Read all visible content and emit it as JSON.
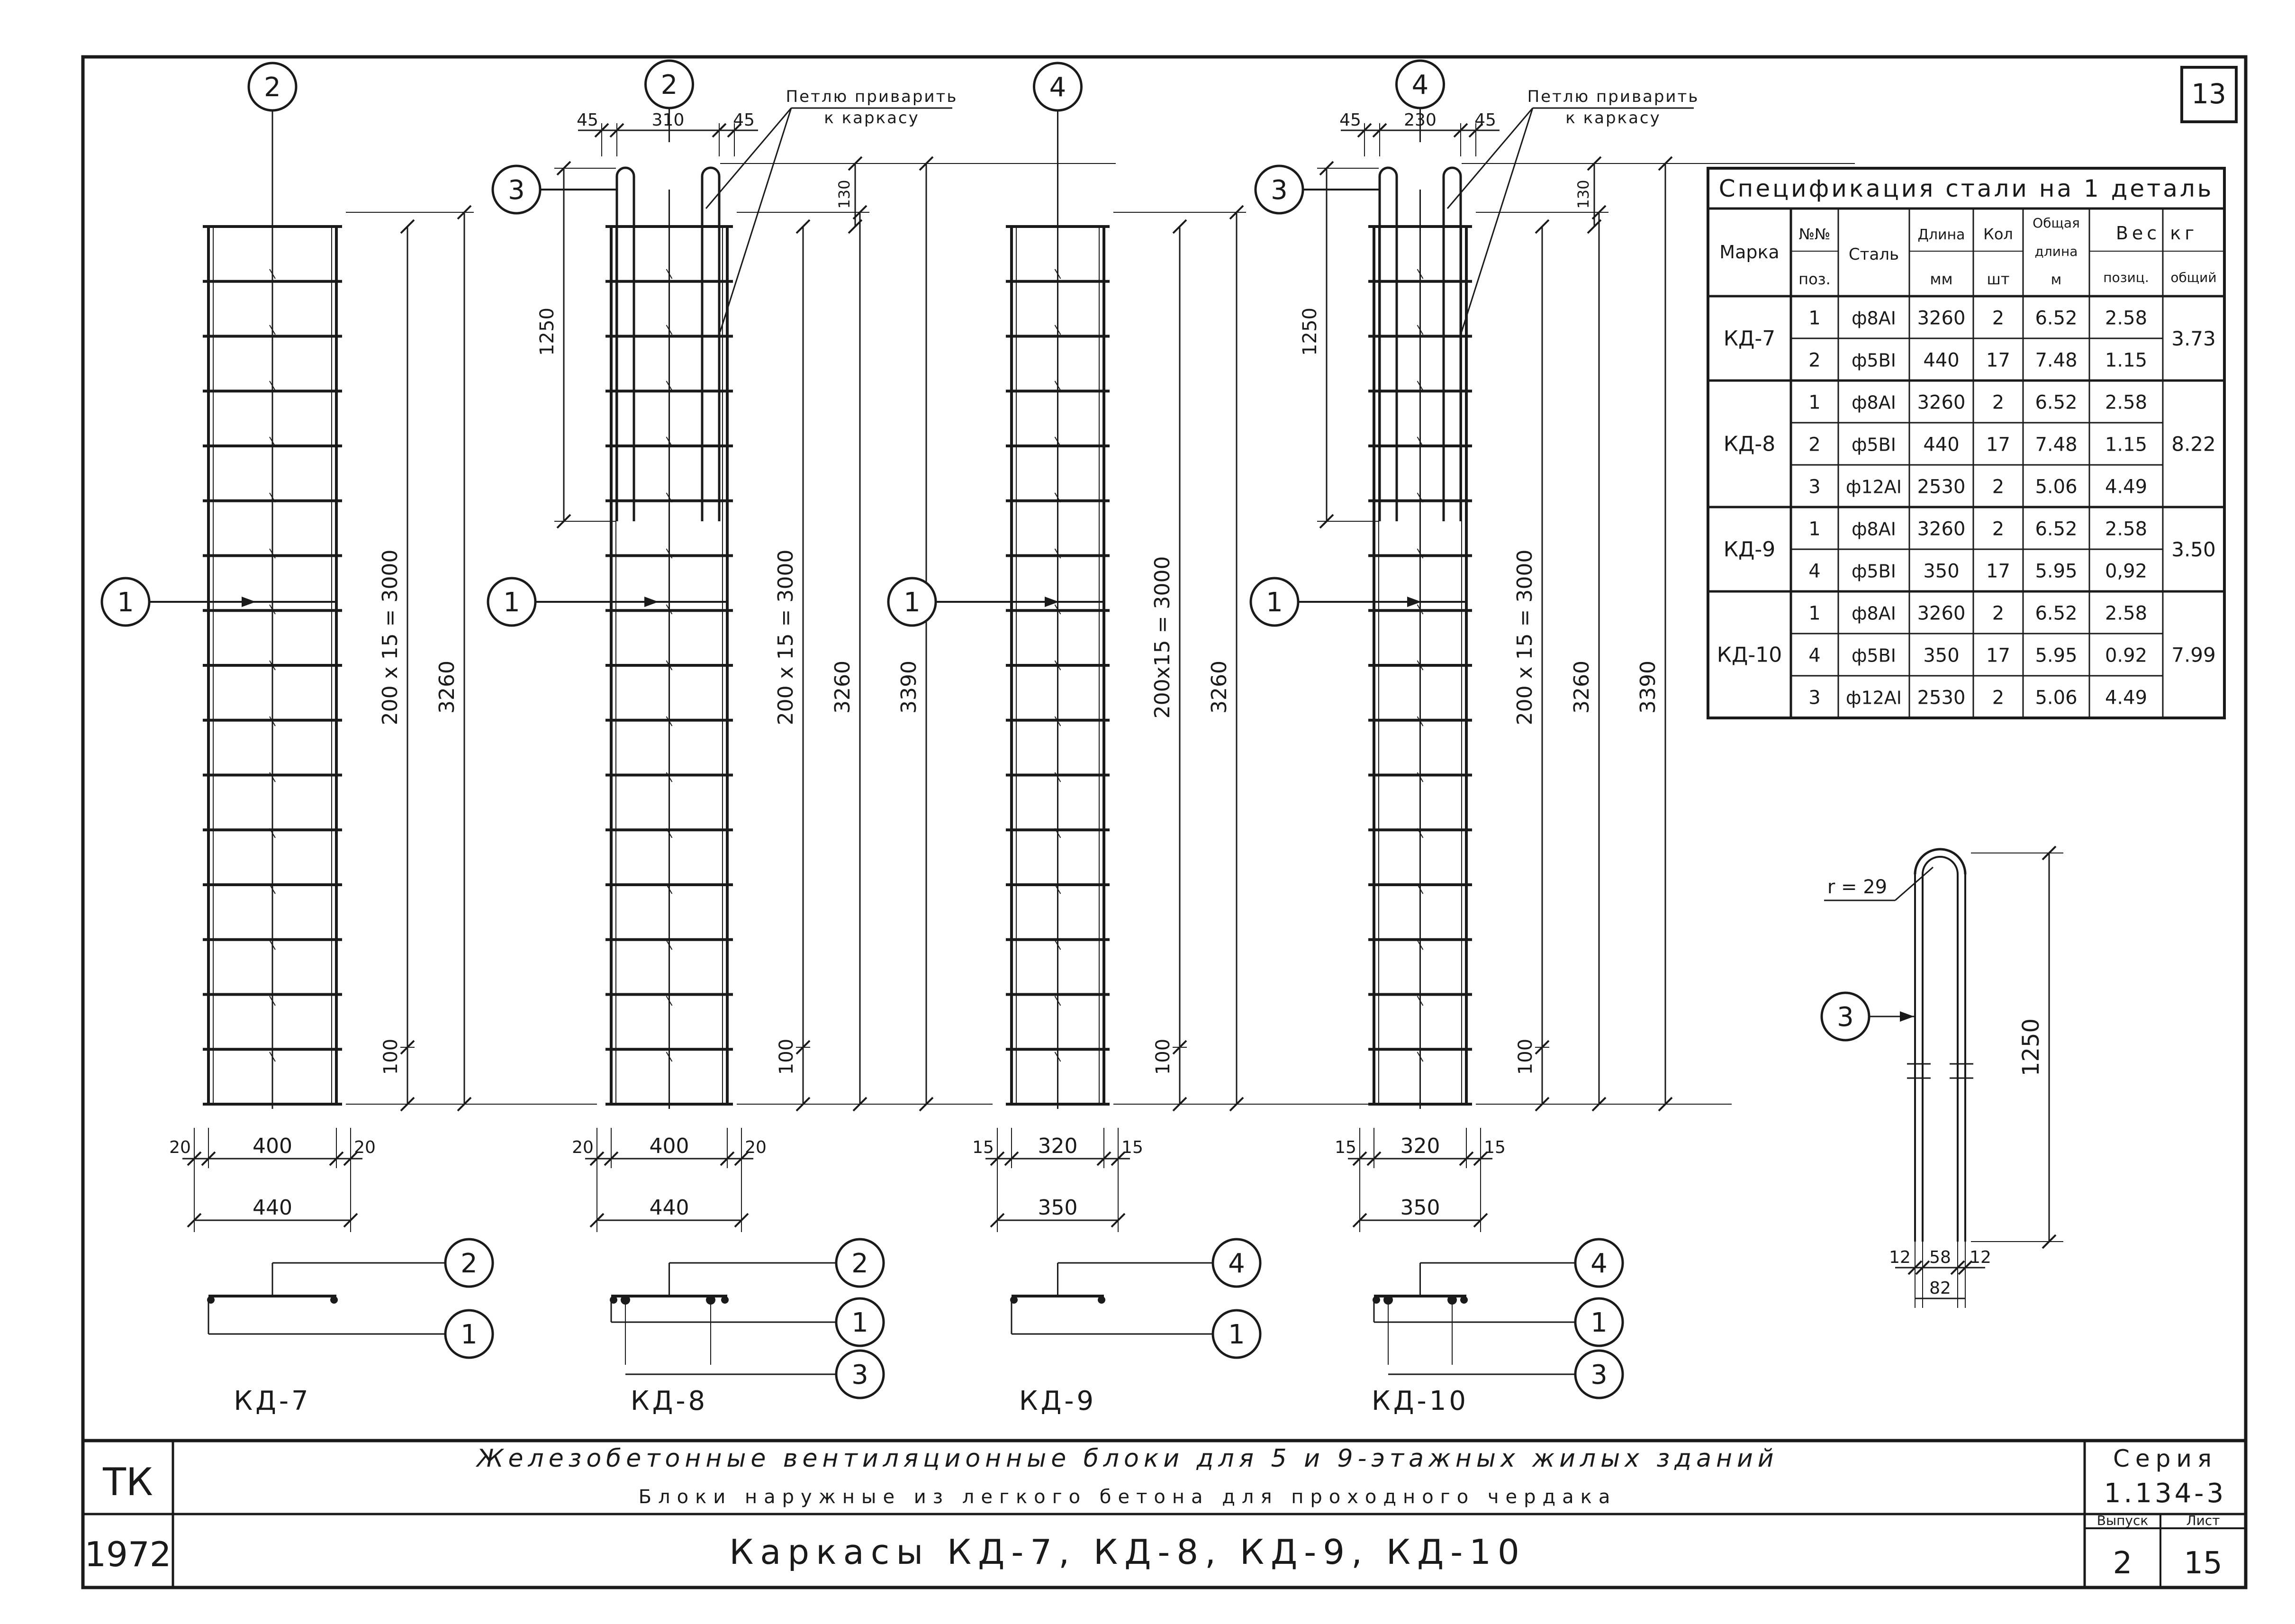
{
  "sheet": {
    "corner_number": "13"
  },
  "frames": [
    {
      "mark": "КД-7",
      "rung_count": 17,
      "rung_pos": "2",
      "rail_pos": "1",
      "dims": {
        "total": "3260",
        "rungs": "200 x 15 = 3000",
        "bottom": "100",
        "width_inner": "400",
        "width_outer": "440",
        "edge_left": "20",
        "edge_right": "20"
      },
      "section_labels": [
        "2",
        "1"
      ]
    },
    {
      "mark": "КД-8",
      "rung_count": 17,
      "rung_pos": "2",
      "rail_pos": "1",
      "loop_pos": "3",
      "weld_note": [
        "Петлю приварить",
        "к каркасу"
      ],
      "dims": {
        "total": "3260",
        "overall": "3390",
        "rungs": "200 x 15 = 3000",
        "bottom": "100",
        "loop_len": "1250",
        "loop_top": "130",
        "top_a": "45",
        "top_b": "310",
        "top_c": "45",
        "width_inner": "400",
        "width_outer": "440",
        "edge_left": "20",
        "edge_right": "20"
      },
      "section_labels": [
        "2",
        "1",
        "3"
      ]
    },
    {
      "mark": "КД-9",
      "rung_count": 17,
      "rung_pos": "4",
      "rail_pos": "1",
      "dims": {
        "total": "3260",
        "rungs": "200x15 = 3000",
        "bottom": "100",
        "width_inner": "320",
        "width_outer": "350",
        "edge_left": "15",
        "edge_right": "15"
      },
      "section_labels": [
        "4",
        "1"
      ]
    },
    {
      "mark": "КД-10",
      "rung_count": 17,
      "rung_pos": "4",
      "rail_pos": "1",
      "loop_pos": "3",
      "weld_note": [
        "Петлю приварить",
        "к каркасу"
      ],
      "dims": {
        "total": "3260",
        "overall": "3390",
        "rungs": "200 x 15 = 3000",
        "bottom": "100",
        "loop_len": "1250",
        "loop_top": "130",
        "top_a": "45",
        "top_b": "230",
        "top_c": "45",
        "width_inner": "320",
        "width_outer": "350",
        "edge_left": "15",
        "edge_right": "15"
      },
      "section_labels": [
        "4",
        "1",
        "3"
      ]
    }
  ],
  "loop_detail": {
    "pos": "3",
    "radius": "r = 29",
    "length": "1250",
    "a": "12",
    "b": "58",
    "c": "12",
    "total": "82"
  },
  "spec_table": {
    "title": "Спецификация стали на 1 деталь",
    "headers": {
      "mark": "Марка",
      "pos_a": "№№",
      "pos_b": "поз.",
      "steel": "Сталь",
      "length_a": "Длина",
      "length_b": "мм",
      "qty_a": "Кол",
      "qty_b": "шт",
      "total_len_a": "Общая",
      "total_len_b": "длина",
      "total_len_c": "м",
      "weight": "Вес кг",
      "w_pos": "позиц.",
      "w_total": "общий"
    },
    "groups": [
      {
        "mark": "КД-7",
        "total": "3.73",
        "rows": [
          {
            "pos": "1",
            "steel": "ф8АI",
            "len": "3260",
            "qty": "2",
            "tlen": "6.52",
            "w": "2.58"
          },
          {
            "pos": "2",
            "steel": "ф5ВI",
            "len": "440",
            "qty": "17",
            "tlen": "7.48",
            "w": "1.15"
          }
        ]
      },
      {
        "mark": "КД-8",
        "total": "8.22",
        "rows": [
          {
            "pos": "1",
            "steel": "ф8АI",
            "len": "3260",
            "qty": "2",
            "tlen": "6.52",
            "w": "2.58"
          },
          {
            "pos": "2",
            "steel": "ф5ВI",
            "len": "440",
            "qty": "17",
            "tlen": "7.48",
            "w": "1.15"
          },
          {
            "pos": "3",
            "steel": "ф12АI",
            "len": "2530",
            "qty": "2",
            "tlen": "5.06",
            "w": "4.49"
          }
        ]
      },
      {
        "mark": "КД-9",
        "total": "3.50",
        "rows": [
          {
            "pos": "1",
            "steel": "ф8АI",
            "len": "3260",
            "qty": "2",
            "tlen": "6.52",
            "w": "2.58"
          },
          {
            "pos": "4",
            "steel": "ф5ВI",
            "len": "350",
            "qty": "17",
            "tlen": "5.95",
            "w": "0,92"
          }
        ]
      },
      {
        "mark": "КД-10",
        "total": "7.99",
        "rows": [
          {
            "pos": "1",
            "steel": "ф8АI",
            "len": "3260",
            "qty": "2",
            "tlen": "6.52",
            "w": "2.58"
          },
          {
            "pos": "4",
            "steel": "ф5ВI",
            "len": "350",
            "qty": "17",
            "tlen": "5.95",
            "w": "0.92"
          },
          {
            "pos": "3",
            "steel": "ф12АI",
            "len": "2530",
            "qty": "2",
            "tlen": "5.06",
            "w": "4.49"
          }
        ]
      }
    ]
  },
  "title_block": {
    "org": "ТК",
    "year": "1972",
    "line1": "Железобетонные вентиляционные блоки для 5 и 9-этажных жилых зданий",
    "line2": "Блоки наружные из легкого бетона для проходного чердака",
    "main": "Каркасы КД-7, КД-8, КД-9, КД-10",
    "series_label": "Серия",
    "series_value": "1.134-3",
    "issue_label": "Выпуск",
    "issue_value": "2",
    "sheet_label": "Лист",
    "sheet_value": "15"
  }
}
